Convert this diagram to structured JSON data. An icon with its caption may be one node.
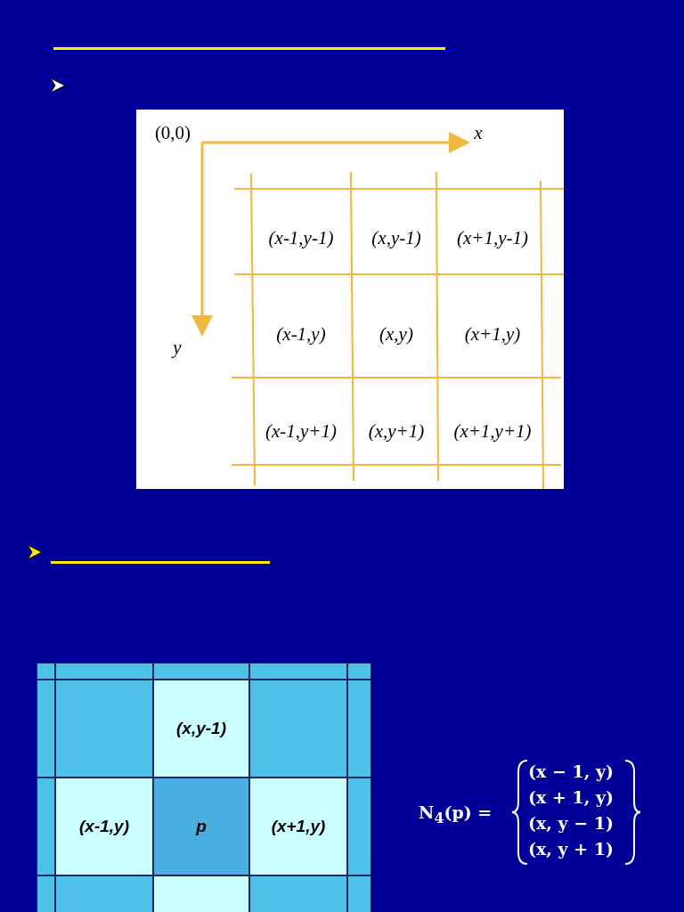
{
  "diagram": {
    "labels": [
      "(0,0)",
      "x",
      "y",
      "(x-1,y-1)",
      "(x,y-1)",
      "(x+1,y-1)",
      "(x-1,y)",
      "(x,y)",
      "(x+1,y)",
      "(x-1,y+1)",
      "(x,y+1)",
      "(x+1,y+1)",
      "(x,y-1)",
      "(x-1,y)",
      "p",
      "(x+1,y)",
      "N$_{4}$(p) =",
      "(x − 1, y)",
      "(x + 1, y)",
      "(x, y − 1)",
      "(x, y + 1)"
    ]
  }
}
